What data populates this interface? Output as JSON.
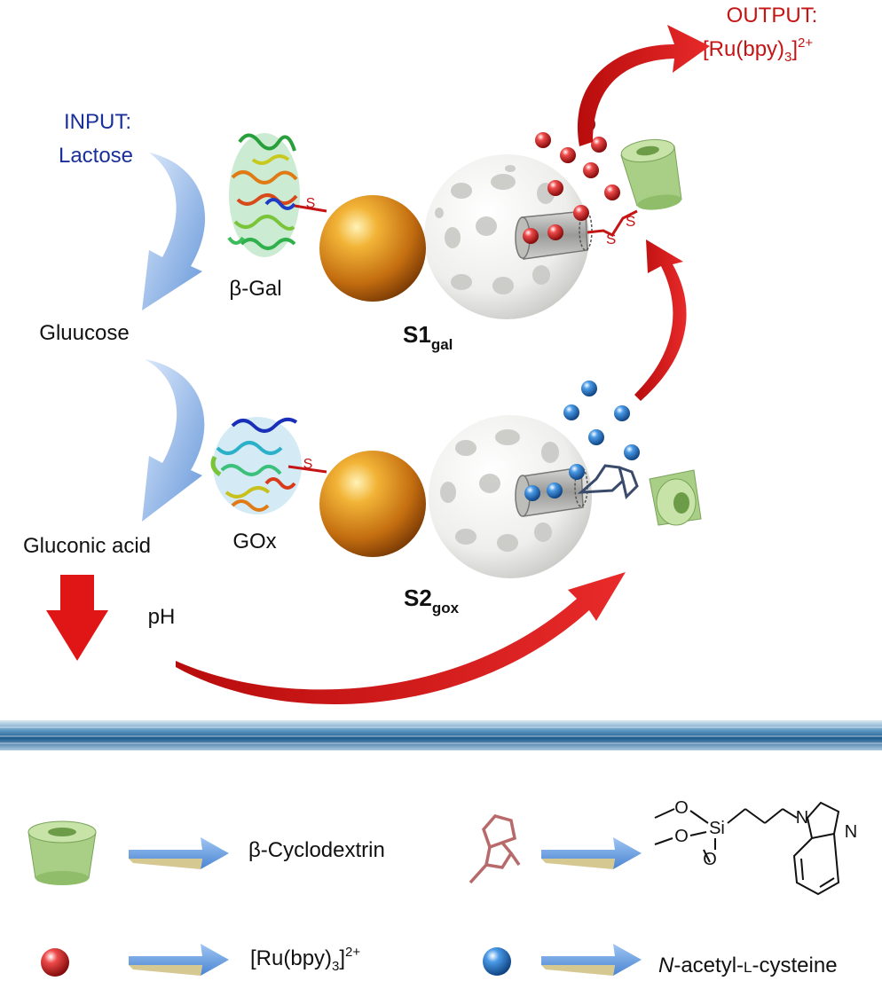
{
  "input": {
    "heading": "INPUT:",
    "value": "Lactose"
  },
  "output": {
    "heading": "OUTPUT:",
    "formula": "[Ru(bpy)",
    "sub": "3",
    "sup": "2+"
  },
  "labels": {
    "beta_gal": "β-Gal",
    "glucose": "Gluucose",
    "gox": "GOx",
    "gluconic_acid": "Gluconic acid",
    "ph": "pH",
    "s_link": "S",
    "ss_link_1": "S",
    "ss_link_2": "S"
  },
  "particles": {
    "s1": {
      "main": "S1",
      "sub": "gal"
    },
    "s2": {
      "main": "S2",
      "sub": "gox"
    }
  },
  "legend": {
    "cyclodextrin": "β-Cyclodextrin",
    "ru": {
      "formula": "[Ru(bpy)",
      "sub": "3",
      "sup": "2+"
    },
    "nac": {
      "italic": "N",
      "rest_1": "-acetyl-",
      "small_caps": "L",
      "rest_2": "-cysteine"
    },
    "molecule": {
      "o1": "O",
      "o2": "O",
      "o3": "O",
      "si": "Si",
      "n1": "N",
      "n2": "N"
    }
  },
  "colors": {
    "input_text": "#1a2f9a",
    "output_text": "#c41414",
    "red_arrow": "#d81818",
    "blue_arrow": "#7aa8e6",
    "gold": "#d08a18",
    "cyclodextrin": "#a9cf86",
    "cargo_red": "#c81a1a",
    "cargo_blue": "#1f6fc0",
    "divider": "#2f6e9f"
  }
}
